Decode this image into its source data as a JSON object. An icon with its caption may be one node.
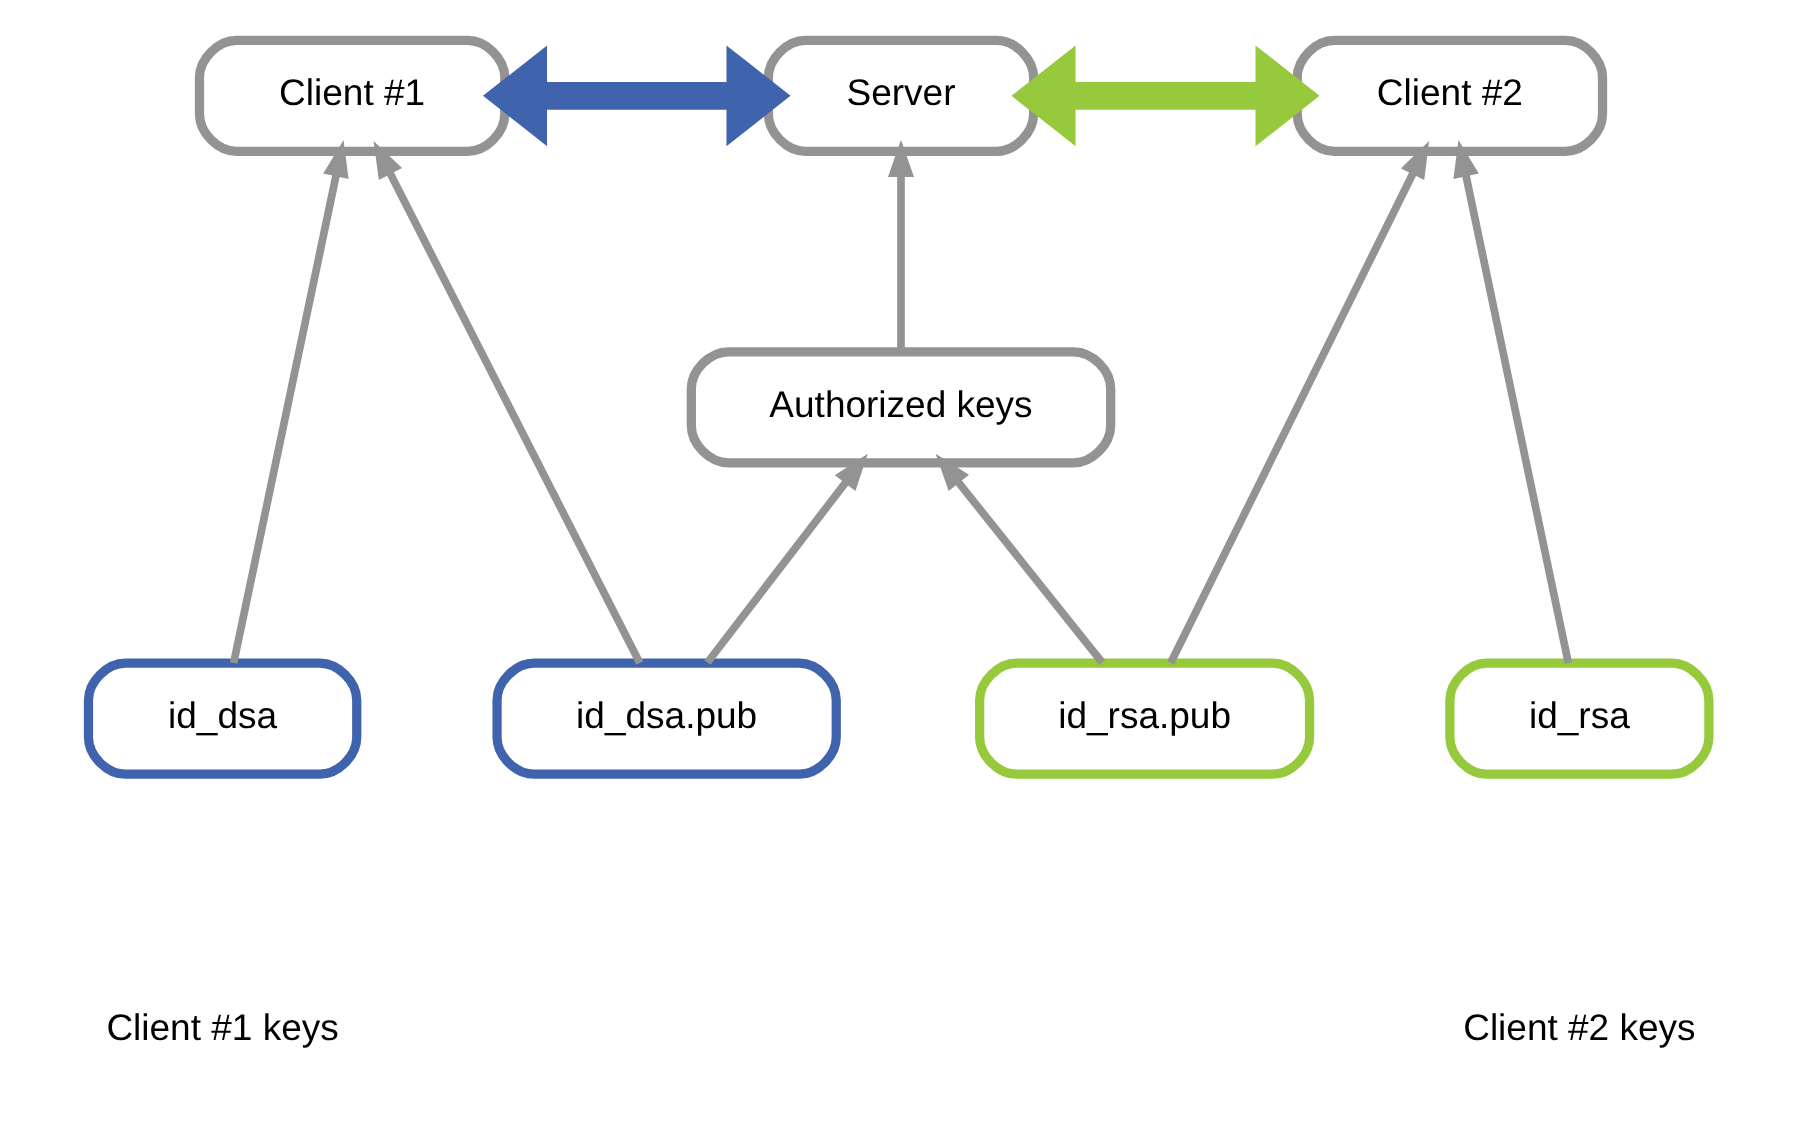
{
  "diagram": {
    "nodes": [
      {
        "text": [
          "Client #1"
        ]
      },
      {
        "text": [
          "Server"
        ]
      },
      {
        "text": [
          "Client #2"
        ]
      },
      {
        "text": [
          "Authorized keys"
        ]
      },
      {
        "text": [
          "id_dsa"
        ]
      },
      {
        "text": [
          "id_dsa.pub"
        ]
      },
      {
        "text": [
          "id_rsa.pub"
        ]
      },
      {
        "text": [
          "id_rsa"
        ]
      }
    ],
    "edges": [
      {
        "from": 0,
        "to": 1,
        "arrow": "both",
        "style": "thick",
        "color": "#3f64ad"
      },
      {
        "from": 1,
        "to": 2,
        "arrow": "both",
        "style": "thick",
        "color": "#97c93c"
      },
      {
        "from": 3,
        "to": 1,
        "arrow": "to"
      },
      {
        "from": 4,
        "to": 0,
        "arrow": "to"
      },
      {
        "from": 5,
        "to": 0,
        "arrow": "to"
      },
      {
        "from": 5,
        "to": 3,
        "arrow": "to"
      },
      {
        "from": 6,
        "to": 3,
        "arrow": "to"
      },
      {
        "from": 6,
        "to": 2,
        "arrow": "to"
      },
      {
        "from": 7,
        "to": 2,
        "arrow": "to"
      }
    ],
    "labels": [
      "Client #1 keys",
      "Client #2 keys"
    ]
  }
}
